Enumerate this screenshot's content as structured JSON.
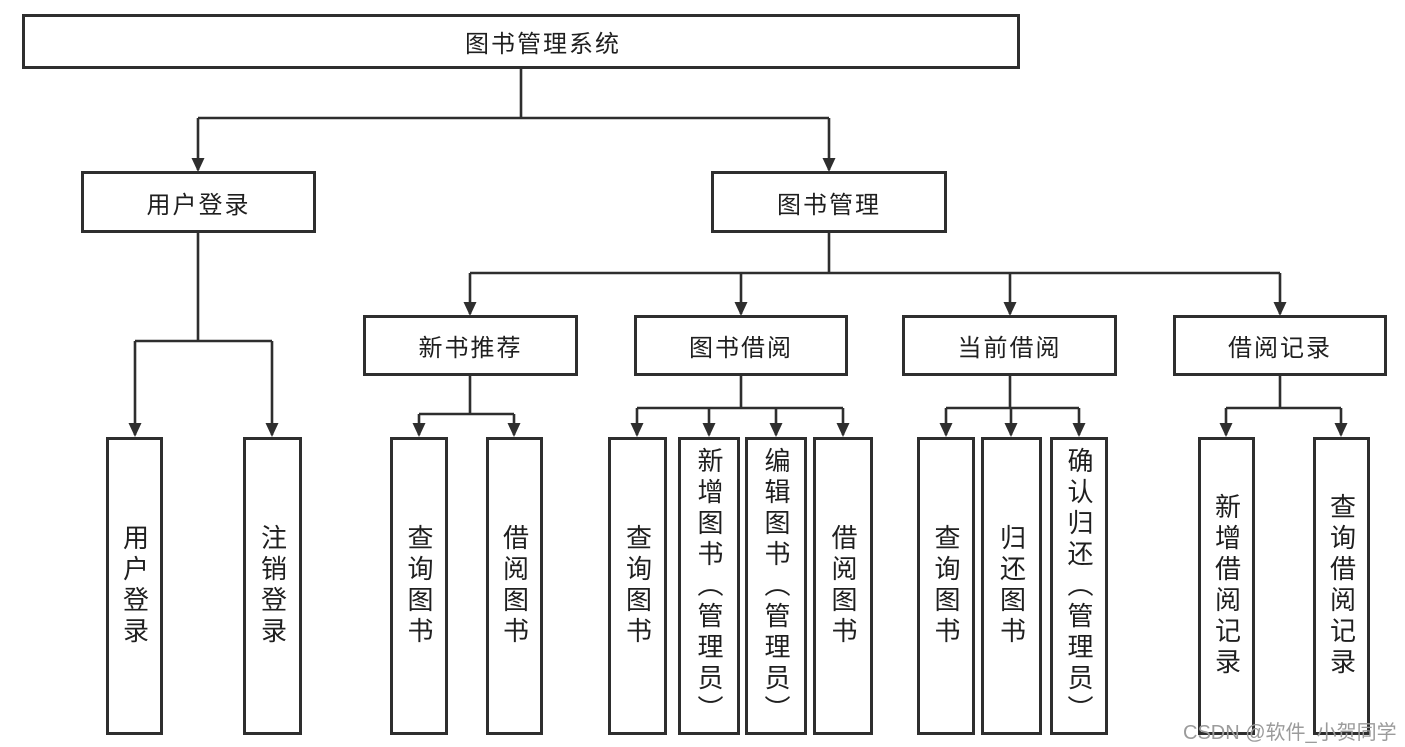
{
  "diagram": {
    "root": {
      "label": "图书管理系统"
    },
    "level2": {
      "user_login": {
        "label": "用户登录"
      },
      "book_mgmt": {
        "label": "图书管理"
      }
    },
    "level3": {
      "new_books": {
        "label": "新书推荐"
      },
      "book_borrow": {
        "label": "图书借阅"
      },
      "current_borrow": {
        "label": "当前借阅"
      },
      "borrow_records": {
        "label": "借阅记录"
      }
    },
    "leaves": {
      "user_login": [
        "用户登录",
        "注销登录"
      ],
      "new_books": [
        "查询图书",
        "借阅图书"
      ],
      "book_borrow": [
        "查询图书",
        "新增图书（管理员）",
        "编辑图书（管理员）",
        "借阅图书"
      ],
      "current_borrow": [
        "查询图书",
        "归还图书",
        "确认归还（管理员）"
      ],
      "borrow_records": [
        "新增借阅记录",
        "查询借阅记录"
      ]
    },
    "watermark": "CSDN @软件_小贺同学",
    "colors": {
      "line": "#2e2e2e",
      "text": "#1f1f1f",
      "watermark": "#9b9b9b",
      "background": "#ffffff"
    }
  }
}
